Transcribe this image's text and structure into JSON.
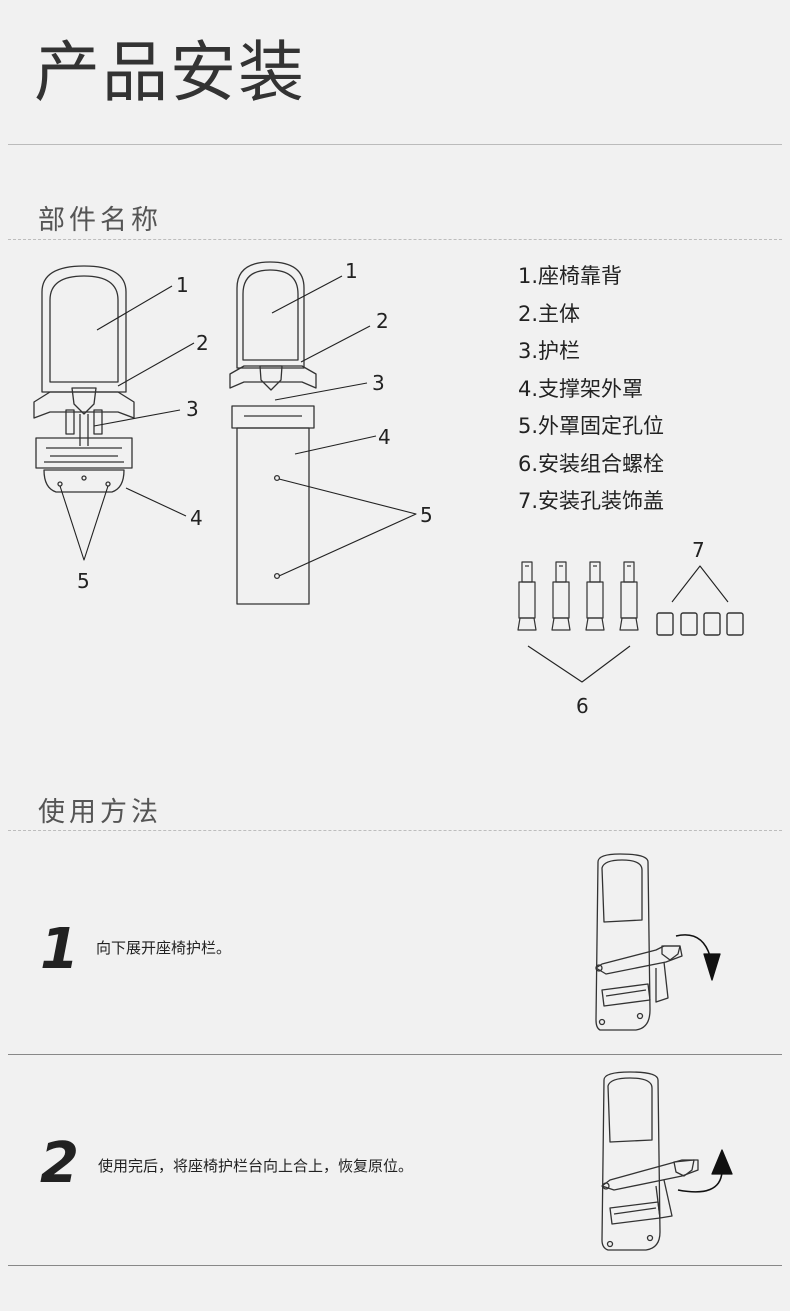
{
  "page_title": "产品安装",
  "sections": {
    "parts": {
      "heading": "部件名称"
    },
    "usage": {
      "heading": "使用方法"
    }
  },
  "parts_legend": [
    "1.座椅靠背",
    "2.主体",
    "3.护栏",
    "4.支撑架外罩",
    "5.外罩固定孔位",
    "6.安装组合螺栓",
    "7.安装孔装饰盖"
  ],
  "diagram_callouts": {
    "left": [
      "1",
      "2",
      "3",
      "4",
      "5"
    ],
    "right": [
      "1",
      "2",
      "3",
      "4",
      "5"
    ],
    "bolts": "6",
    "caps": "7"
  },
  "steps": [
    {
      "number": "1",
      "text": "向下展开座椅护栏。"
    },
    {
      "number": "2",
      "text": "使用完后，将座椅护栏台向上合上，恢复原位。"
    }
  ],
  "colors": {
    "background": "#f1f1f1",
    "line": "#333333",
    "rule": "#bbbbbb"
  }
}
